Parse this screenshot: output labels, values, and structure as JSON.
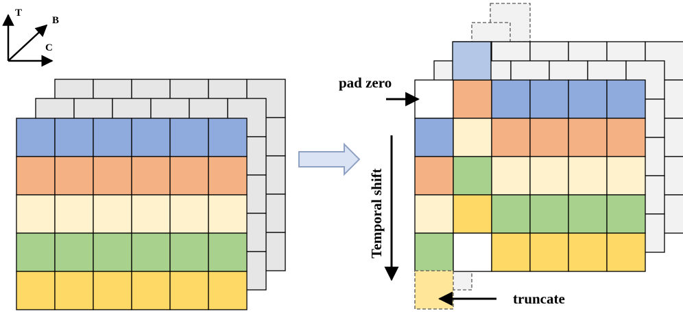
{
  "axes": {
    "t_label": "T",
    "b_label": "B",
    "c_label": "C"
  },
  "annotations": {
    "pad_zero": "pad zero",
    "temporal_shift": "Temporal shift",
    "truncate": "truncate"
  },
  "colors": {
    "blue": "#8faadc",
    "orange": "#f4b183",
    "cream": "#fff2cc",
    "green": "#a9d18e",
    "yellow": "#ffd966",
    "gray": "#e7e6e6",
    "light_gray": "#f2f2f2",
    "pale_blue": "#b4c7e7",
    "pale_yellow": "#ffe699",
    "stroke": "#000000",
    "arrow_fill": "#dae3f3",
    "arrow_stroke": "#8ea0c4"
  },
  "left_grid": {
    "rows": [
      "blue",
      "orange",
      "cream",
      "green",
      "yellow"
    ],
    "columns": 6
  },
  "right_grid": {
    "rows": [
      [
        "empty",
        "orange",
        "blue",
        "blue",
        "blue",
        "blue"
      ],
      [
        "blue",
        "cream",
        "orange",
        "orange",
        "orange",
        "orange"
      ],
      [
        "orange",
        "green",
        "cream",
        "cream",
        "cream",
        "cream"
      ],
      [
        "cream",
        "yellow",
        "green",
        "green",
        "green",
        "green"
      ],
      [
        "green",
        "empty",
        "yellow",
        "yellow",
        "yellow",
        "yellow"
      ]
    ]
  }
}
